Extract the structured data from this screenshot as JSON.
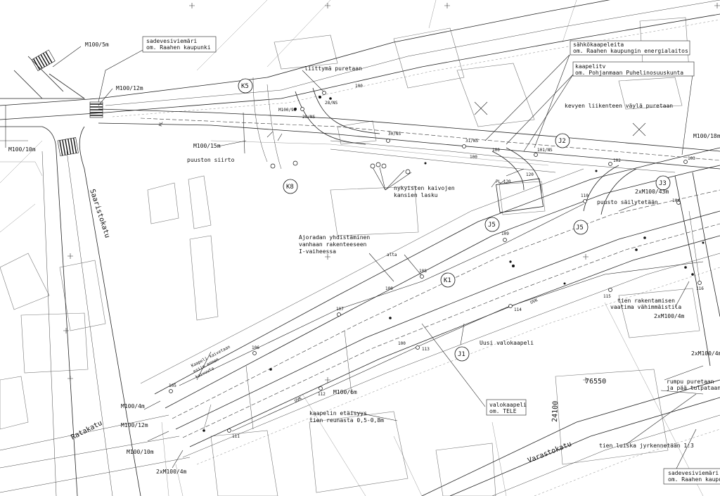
{
  "labels": {
    "m100_5": "M100/5m",
    "sadevesi_title": "sadevesiviemäri",
    "sadevesi_owner": "om. Raahen kaupunki",
    "m100_12_top": "M100/12m",
    "m100_10_left": "M100/10m",
    "saaristokatu": "Saaristokatu",
    "liittyma": "liittymä puretaan",
    "m100_15": "M100/15m",
    "m100_9": "M100/9m",
    "puuston_siirto": "puuston siirto",
    "sahko_title": "sähkökaapeleita",
    "sahko_owner": "om. Raahen kaupungin energialaitos",
    "kaapeli_title": "kaapelitv",
    "kaapeli_owner": "om. Pohjanmaan Puhelinosuuskunta",
    "kevyen": "kevyen liikenteen väylä puretaan",
    "m100_18": "M100/18m",
    "nykyisten_1": "nykyisten kaivojen",
    "nykyisten_2": "kansien lasku",
    "m100_43": "2xM100/43m",
    "puusto": "puusto säilytetään",
    "ajoradan_1": "Ajoradan yhdistäminen",
    "ajoradan_2": "vanhaan rakenteeseen",
    "ajoradan_3": "I-vaiheessa",
    "alta": "alta",
    "tien_rak_1": "tien rakentamisen",
    "tien_rak_2": "vaatima vähimmäistila",
    "m100_4_right": "2xM100/4m",
    "uusi_valokaapeli": "Uusi valokaapeli",
    "m100_4_r2": "2xM100/4m",
    "kaapeli_kaiv_1": "Kaapeli kaivetaan",
    "kaapeli_kaiv_2": "esiin ennen",
    "kaapeli_kaiv_3": "kaivuuta",
    "m100_6": "M100/6m",
    "kaapelin_1": "kaapelin etäisyys",
    "kaapelin_2": "tien reunasta 0,5-0,8m",
    "valokaapeli_1": "valokaapeli",
    "valokaapeli_2": "om. TELE",
    "n76550": "76550",
    "n24100": "24100",
    "rumpu_1": "rumpu puretaan",
    "rumpu_2": "ja pää tulpataan",
    "ratakatu": "Ratakatu",
    "m100_4_left": "M100/4m",
    "m100_12_bot": "M100/12m",
    "m100_10_bot": "M100/10m",
    "m100_4_bot": "2xM100/4m",
    "varastokatu": "Varastokatu",
    "tien_luiska": "tien luiska jyrkennetään 1:3",
    "sadevesi2_title": "sadevesiviemäri",
    "sadevesi2_owner": "om. Raahen kaupunki",
    "pl": "PL",
    "pl120": "PL 120",
    "uvk": "UVK",
    "uvk2": "UVK"
  },
  "tags": {
    "k5": "K5",
    "k8": "K8",
    "j2": "J2",
    "j3": "J3",
    "j5": "J5",
    "j5b": "J5",
    "k1": "K1",
    "j1": "J1"
  },
  "wells": {
    "w28": "28/NS",
    "w29": "29/NS",
    "w30": "30/NS",
    "w31": "31/NS",
    "w101": "101/NS",
    "w102": "102",
    "w103": "103",
    "w104": "104",
    "w105": "105",
    "w106": "106",
    "w107": "107",
    "w108": "108",
    "w109": "109",
    "w110": "110",
    "w111": "111",
    "w112": "112",
    "w113": "113",
    "w114": "114",
    "w115": "115",
    "w116": "116",
    "s100a": "100",
    "s100b": "100",
    "s100c": "100",
    "s100d": "100",
    "s100e": "100",
    "s120": "120"
  }
}
